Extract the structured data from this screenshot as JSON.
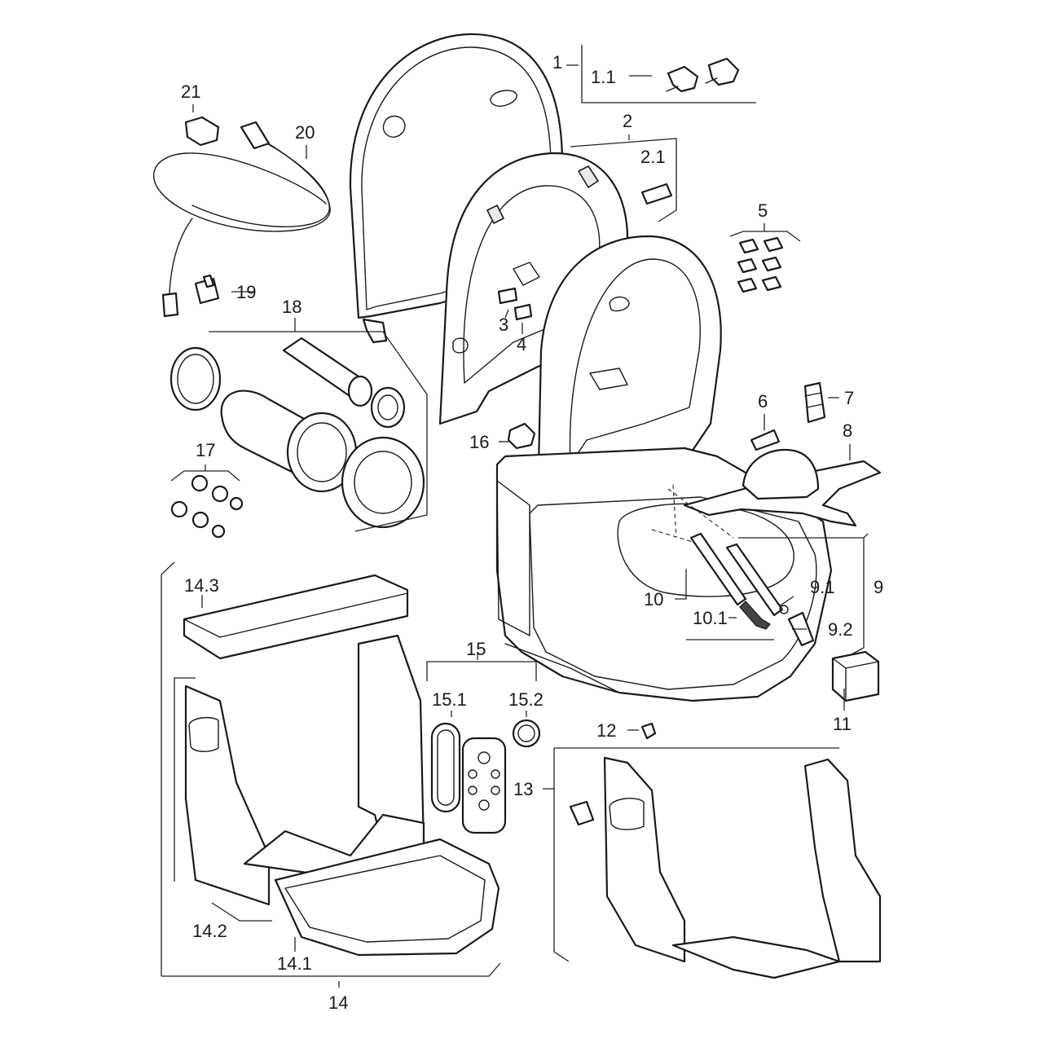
{
  "labels": {
    "l1": "1",
    "l1_1": "1.1",
    "l2": "2",
    "l2_1": "2.1",
    "l3": "3",
    "l4": "4",
    "l5": "5",
    "l6": "6",
    "l7": "7",
    "l8": "8",
    "l9": "9",
    "l9_1": "9.1",
    "l9_2": "9.2",
    "l10": "10",
    "l10_1": "10.1",
    "l11": "11",
    "l12": "12",
    "l13": "13",
    "l14": "14",
    "l14_1": "14.1",
    "l14_2": "14.2",
    "l14_3": "14.3",
    "l15": "15",
    "l15_1": "15.1",
    "l15_2": "15.2",
    "l16": "16",
    "l17": "17",
    "l18": "18",
    "l19": "19",
    "l20": "20",
    "l21": "21"
  }
}
